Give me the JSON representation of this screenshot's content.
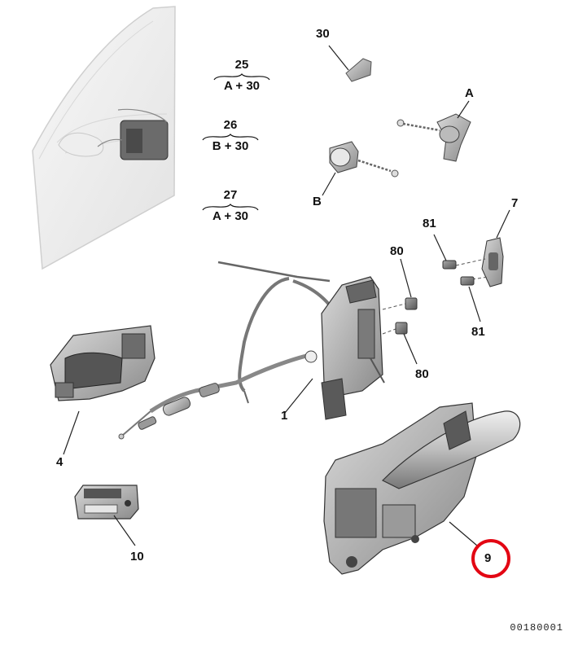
{
  "callouts": {
    "c30": "30",
    "cA": "A",
    "cB": "B",
    "c7": "7",
    "c81a": "81",
    "c81b": "81",
    "c80a": "80",
    "c80b": "80",
    "c1": "1",
    "c4": "4",
    "c10": "10",
    "c9": "9"
  },
  "variants": [
    {
      "number": "25",
      "combo": "A + 30"
    },
    {
      "number": "26",
      "combo": "B + 30"
    },
    {
      "number": "27",
      "combo": "A + 30"
    }
  ],
  "reference_code": "00180001",
  "highlight_color": "#e30613"
}
